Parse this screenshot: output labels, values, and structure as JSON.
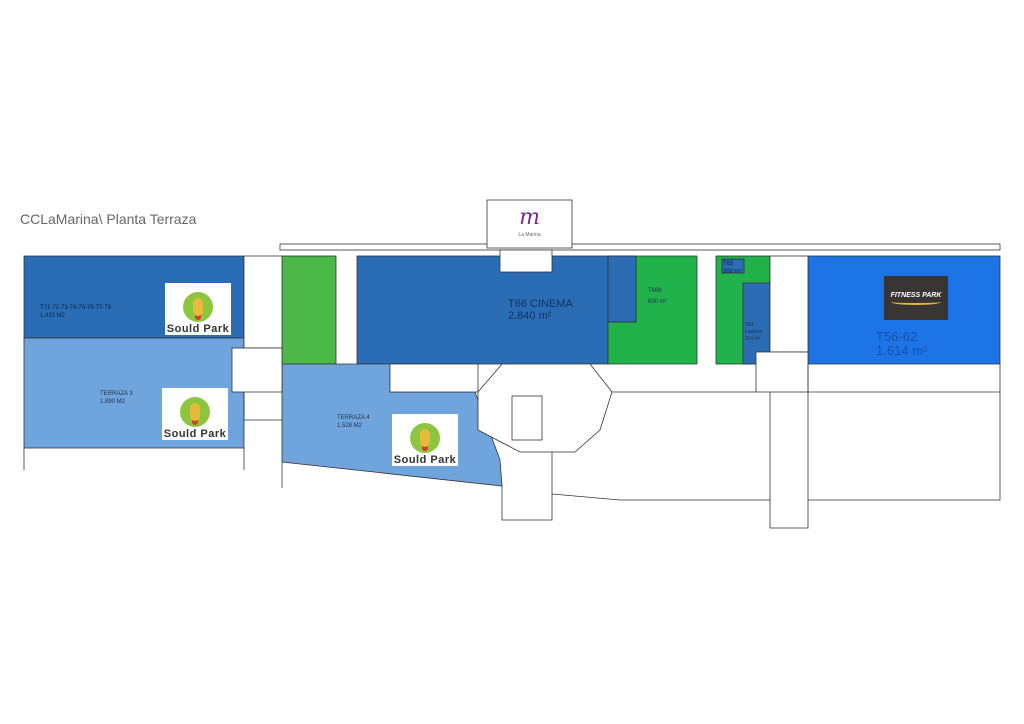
{
  "title": "CCLaMarina\\ Planta Terraza",
  "brand_logo": {
    "text": "La Marina",
    "mark": "m"
  },
  "units": [
    {
      "id": "t71",
      "name": "T71-72-73-74-75-76-77-78",
      "area": "1.422  M2"
    },
    {
      "id": "terraza3",
      "name": "TERRAZA  3",
      "area": "1.890  M2"
    },
    {
      "id": "terraza4",
      "name": "TERRAZA  4",
      "area": "1.528  M2"
    },
    {
      "id": "t66",
      "name": "T66  CINEMA",
      "area": "2.840  m²"
    },
    {
      "id": "t66b",
      "name": "T66b",
      "area": "600  m²"
    },
    {
      "id": "t65",
      "name": "T65",
      "area": "300  m²"
    },
    {
      "id": "t64",
      "name": "T64",
      "tenant": "Luciano",
      "area": "114  m²"
    },
    {
      "id": "t56",
      "name": "T56-62",
      "area": "1.614  m²"
    }
  ],
  "tenant_logos": {
    "sould_park": "Sould Park",
    "fitness_park": "FITNESS PARK"
  },
  "colors": {
    "dark_blue": "#2a6db5",
    "light_blue": "#6fa5dc",
    "green": "#21b24b",
    "bright_blue": "#1c74e6",
    "light_green": "#4cb848"
  }
}
